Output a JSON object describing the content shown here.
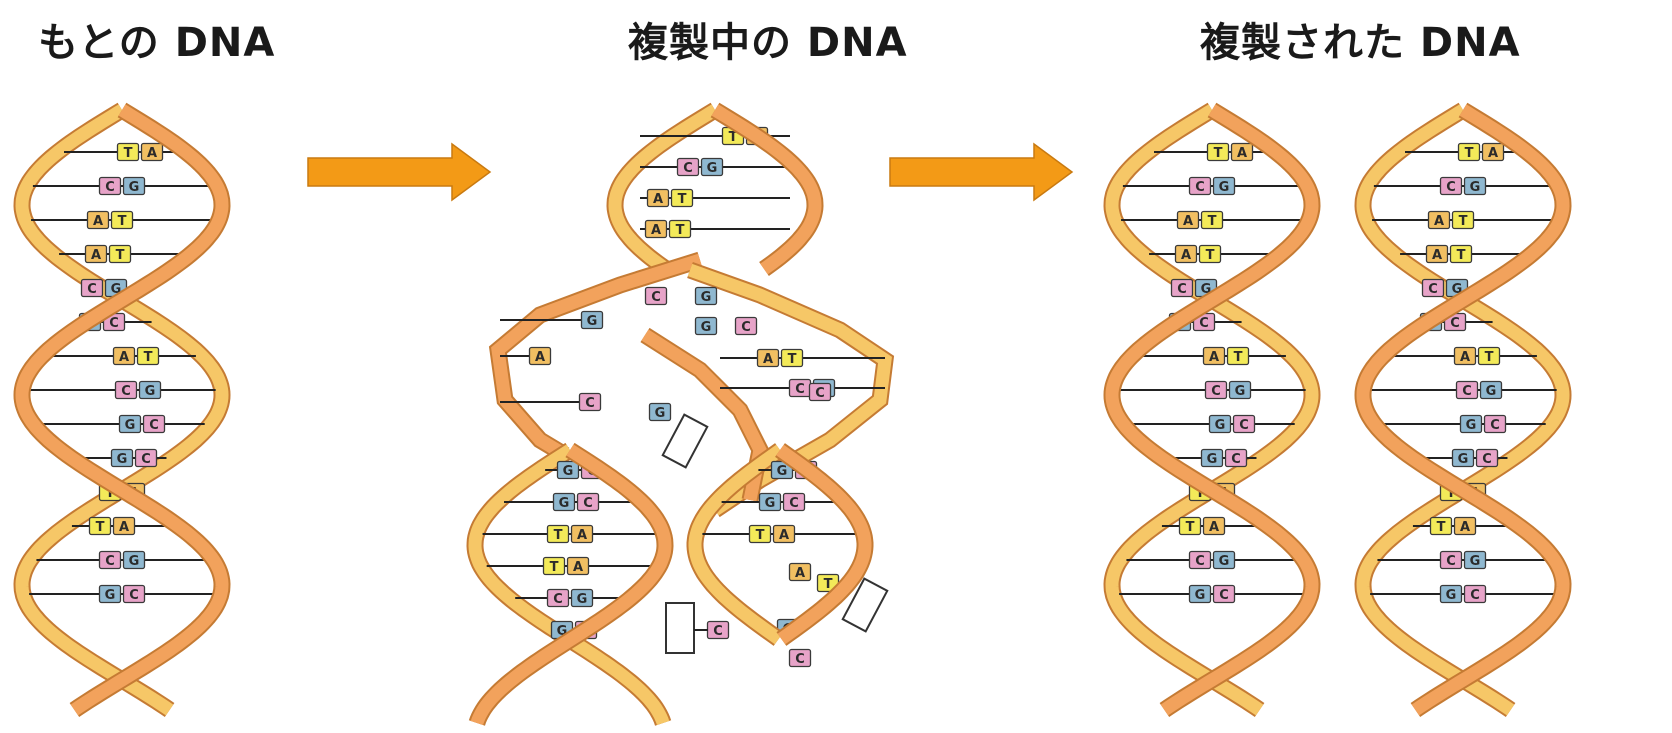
{
  "titles": {
    "original": "もとの DNA",
    "replicating": "複製中の DNA",
    "replicated": "複製された DNA"
  },
  "colors": {
    "strand_front": "#f2a25c",
    "strand_back": "#f6c767",
    "arrow": "#f39a16",
    "base_A": "#f1bf62",
    "base_T": "#f3ea59",
    "base_C": "#e7a3c8",
    "base_G": "#8fb8d0"
  },
  "pairs": [
    [
      "T",
      "A"
    ],
    [
      "C",
      "G"
    ],
    [
      "A",
      "T"
    ],
    [
      "A",
      "T"
    ],
    [
      "C",
      "G"
    ],
    [
      "G",
      "C"
    ],
    [
      "A",
      "T"
    ],
    [
      "C",
      "G"
    ],
    [
      "G",
      "C"
    ],
    [
      "G",
      "C"
    ],
    [
      "T",
      "A"
    ],
    [
      "T",
      "A"
    ],
    [
      "C",
      "G"
    ],
    [
      "G",
      "C"
    ]
  ],
  "replicating": {
    "upper_pairs": [
      [
        "T",
        "A"
      ],
      [
        "C",
        "G"
      ],
      [
        "A",
        "T"
      ],
      [
        "A",
        "T"
      ]
    ],
    "lower_left_pairs": [
      [
        "G",
        "C"
      ],
      [
        "G",
        "C"
      ],
      [
        "T",
        "A"
      ],
      [
        "T",
        "A"
      ],
      [
        "C",
        "G"
      ],
      [
        "G",
        "C"
      ]
    ],
    "lower_right_pairs": [
      [
        "G",
        "C"
      ],
      [
        "G",
        "C"
      ],
      [
        "T",
        "A"
      ]
    ],
    "left_singles": [
      "G",
      "A",
      "C"
    ],
    "right_pairs": [
      [
        "A",
        "T"
      ],
      [
        "C",
        "G"
      ]
    ],
    "free_nucleotides": [
      "C",
      "G",
      "G",
      "C",
      "G",
      "C",
      "A",
      "T",
      "G",
      "C",
      "C"
    ]
  }
}
